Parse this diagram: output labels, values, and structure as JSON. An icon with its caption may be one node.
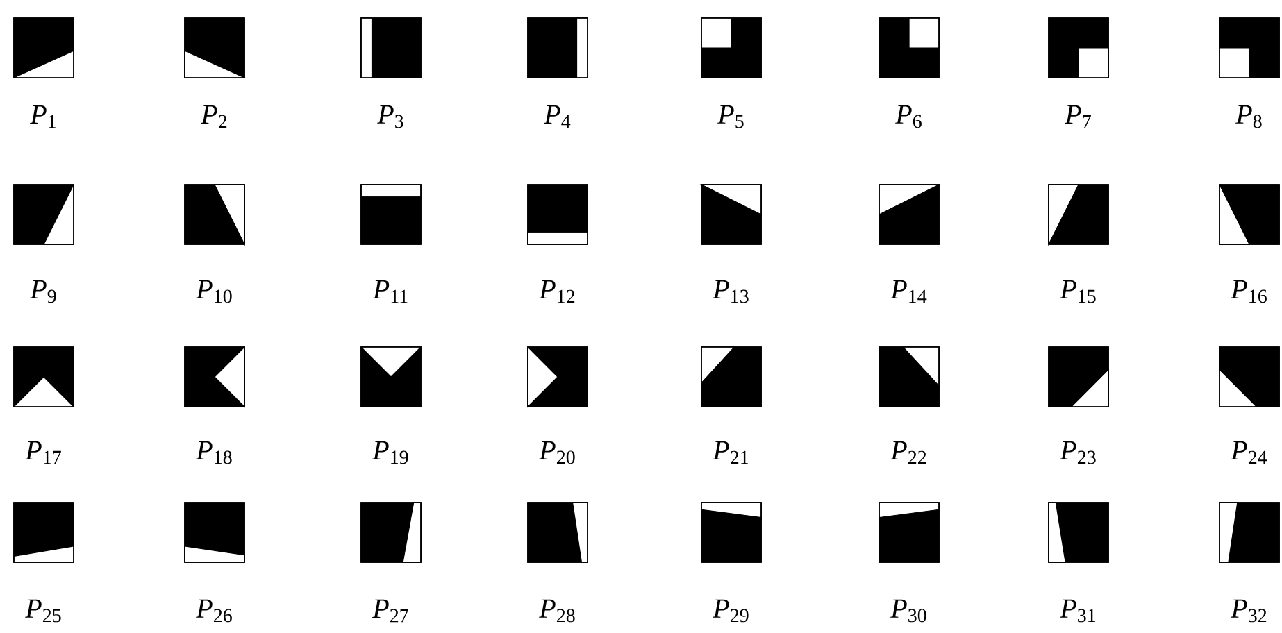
{
  "diagram": {
    "nodes": [
      {
        "text": [],
        "shape": "box",
        "beside": [
          "*P*$_{1}$"
        ]
      },
      {
        "text": [],
        "shape": "box",
        "beside": [
          "*P*$_{2}$"
        ]
      },
      {
        "text": [],
        "shape": "box",
        "beside": [
          "*P*$_{3}$"
        ]
      },
      {
        "text": [],
        "shape": "box",
        "beside": [
          "*P*$_{4}$"
        ]
      },
      {
        "text": [],
        "shape": "box",
        "beside": [
          "*P*$_{5}$"
        ]
      },
      {
        "text": [],
        "shape": "box",
        "beside": [
          "*P*$_{6}$"
        ]
      },
      {
        "text": [],
        "shape": "box",
        "beside": [
          "*P*$_{7}$"
        ]
      },
      {
        "text": [],
        "shape": "box",
        "beside": [
          "*P*$_{8}$"
        ]
      },
      {
        "text": [],
        "shape": "box",
        "beside": [
          "*P*$_{9}$"
        ]
      },
      {
        "text": [],
        "shape": "box",
        "beside": [
          "*P*$_{10}$"
        ]
      },
      {
        "text": [],
        "shape": "box",
        "beside": [
          "*P*$_{11}$"
        ]
      },
      {
        "text": [],
        "shape": "box",
        "beside": [
          "*P*$_{12}$"
        ]
      },
      {
        "text": [],
        "shape": "box",
        "beside": [
          "*P*$_{13}$"
        ]
      },
      {
        "text": [],
        "shape": "box",
        "beside": [
          "*P*$_{14}$"
        ]
      },
      {
        "text": [],
        "shape": "box",
        "beside": [
          "*P*$_{15}$"
        ]
      },
      {
        "text": [],
        "shape": "box",
        "beside": [
          "*P*$_{16}$"
        ]
      },
      {
        "text": [],
        "shape": "box",
        "beside": [
          "*P*$_{17}$"
        ]
      },
      {
        "text": [],
        "shape": "box",
        "beside": [
          "*P*$_{18}$"
        ]
      },
      {
        "text": [],
        "shape": "box",
        "beside": [
          "*P*$_{19}$"
        ]
      },
      {
        "text": [],
        "shape": "box",
        "beside": [
          "*P*$_{20}$"
        ]
      },
      {
        "text": [],
        "shape": "box",
        "beside": [
          "*P*$_{21}$"
        ]
      },
      {
        "text": [],
        "shape": "box",
        "beside": [
          "*P*$_{22}$"
        ]
      },
      {
        "text": [],
        "shape": "box",
        "beside": [
          "*P*$_{23}$"
        ]
      },
      {
        "text": [],
        "shape": "box",
        "beside": [
          "*P*$_{24}$"
        ]
      },
      {
        "text": [],
        "shape": "box",
        "beside": [
          "*P*$_{25}$"
        ]
      },
      {
        "text": [],
        "shape": "box",
        "beside": [
          "*P*$_{26}$"
        ]
      },
      {
        "text": [],
        "shape": "box",
        "beside": [
          "*P*$_{27}$"
        ]
      },
      {
        "text": [],
        "shape": "box",
        "beside": [
          "*P*$_{28}$"
        ]
      },
      {
        "text": [],
        "shape": "box",
        "beside": [
          "*P*$_{29}$"
        ]
      },
      {
        "text": [],
        "shape": "box",
        "beside": [
          "*P*$_{30}$"
        ]
      },
      {
        "text": [],
        "shape": "box",
        "beside": [
          "*P*$_{31}$"
        ]
      },
      {
        "text": [],
        "shape": "box",
        "beside": [
          "*P*$_{32}$"
        ]
      }
    ]
  }
}
